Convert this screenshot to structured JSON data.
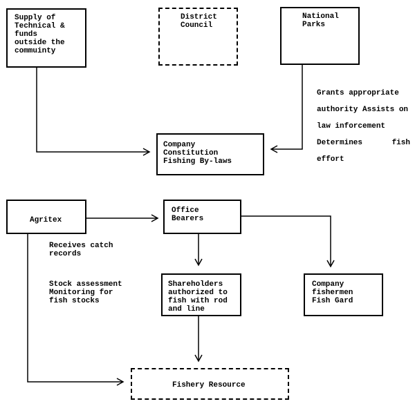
{
  "nodes": {
    "supply": "Supply of\nTechnical &\nfunds\noutside the\ncommuinty",
    "district_council": "District\nCouncil",
    "national_parks": "National\nParks",
    "company_constitution": "Company\nConstitution\nFishing By-laws",
    "agritex": "Agritex",
    "office_bearers": "Office\nBearers",
    "shareholders": "Shareholders\nauthorized to\nfish with rod\nand line",
    "company_fishermen": "Company\nfishermen\nFish Gard",
    "fishery_resource": "Fishery Resource"
  },
  "notes": {
    "grants_line1": "Grants appropriate",
    "grants_line2": "authority Assists on",
    "grants_line3": "law inforcement",
    "grants_line4": "Determines     fish",
    "grants_line5": "effort",
    "catch_records": "Receives catch\nrecords",
    "stock_assessment": "Stock assessment\nMonitoring for\nfish stocks"
  }
}
